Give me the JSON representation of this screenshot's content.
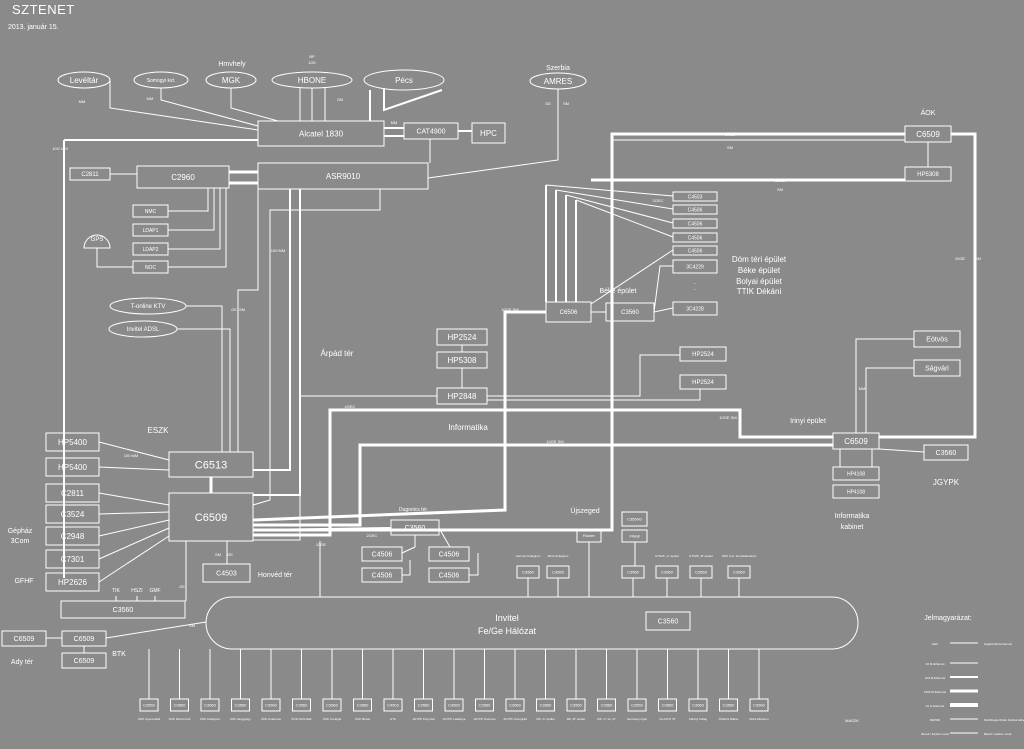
{
  "title": "SZTENET",
  "date": "2013. január 15.",
  "nodes": {
    "levelter": "Levéltár",
    "somogyi": "Somogyi kvt.",
    "mgk": "MGK",
    "hmvhely": "Hmvhely",
    "hbone": "HBONE",
    "bp": "BP",
    "tengig": "10G",
    "pecs": "Pécs",
    "szerbia": "Szerbia",
    "amres": "AMRES",
    "alcatel": "Alcatel 1830",
    "cat4900": "CAT4900",
    "hpc": "HPC",
    "c2811_top": "C2811",
    "c2960": "C2960",
    "asr9010": "ASR9010",
    "nmc": "NMC",
    "ldap1": "LDAP1",
    "ldap2": "LDAP2",
    "noc": "NOC",
    "gps": "GPS",
    "tonline": "T-online KTV",
    "invitel_adsl": "Invitel ADSL",
    "arpad_ter": "Árpád tér",
    "hp2524_a": "HP2524",
    "hp5308_a": "HP5308",
    "hp2848": "HP2848",
    "informatika": "Informatika",
    "aok": "ÁOK",
    "c6509_aok": "C6509",
    "hp5308_aok": "HP5308",
    "c4503": "C4503",
    "c4506_1": "C4506",
    "c4506_2": "C4506",
    "c4506_3": "C4506",
    "c4506_4": "C4506",
    "c6506": "C6506",
    "c3560_beke": "C3560",
    "hp_3c4229": "3C4229",
    "hp_3c4228": "3C4228",
    "beke_epulet": "Béke épület",
    "dom_ter": "Dóm téri épület",
    "beke": "Béke épület",
    "bolyai": "Bolyai épület",
    "ttik": "TTIK Dékáni",
    "eotvos": "Eötvös",
    "sagvari": "Ságvári",
    "hp2524_b": "HP2524",
    "hp2524_c": "HP2524",
    "irinyi": "Irinyi épület",
    "c6509_irinyi": "C6509",
    "c3560_jgypk": "C3560",
    "jgypk": "JGYPK",
    "hp4108_1": "HP4108",
    "hp4108_2": "HP4108",
    "inf_kabinet": "Informatika kabinet",
    "eszk": "ESZK",
    "hp5400_1": "HP5400",
    "hp5400_2": "HP5400",
    "c6513": "C6513",
    "c2811_b": "C2811",
    "c3524": "C3524",
    "c2948": "C2948",
    "c7301": "C7301",
    "hp2626": "HP2626",
    "gephaz": "Gépház 3Com",
    "gfhf": "GFHF",
    "c6509_main": "C6509",
    "c4503_honved": "C4503",
    "honved_ter": "Honvéd tér",
    "dugonics_ter": "Dugonics tér",
    "c3560_dug": "C3560",
    "c4506_d1": "C4506",
    "c4506_d2": "C4506",
    "c4506_d3": "C4506",
    "c4506_d4": "C4506",
    "ujszeged": "Újszeged",
    "tik": "TIK",
    "hszi": "HSZI",
    "gmf": "GMF",
    "c3560_tik": "C3560",
    "c6509_ady": "C6509",
    "c6509_btk1": "C6509",
    "c6509_btk2": "C6509",
    "ady_ter": "Ady tér",
    "btk": "BTK",
    "invitel": "Invitel",
    "fege": "Fe/Ge Hálózat",
    "c3560_inv": "C3560",
    "router": "Router",
    "fwall": "FWall",
    "c3560g": "C3560G",
    "legend_title": "Jelmagyarázat:"
  },
  "link_labels": {
    "mm": "MM",
    "sm": "SM",
    "ge": "GE",
    "tenge": "10GE",
    "tengesm": "10GE SM",
    "mm100": "100 MM",
    "gec4": "4GEC",
    "gec2": "2GEC"
  },
  "bottom_sites": [
    "C3560",
    "C3560",
    "C3560",
    "C3560",
    "C3560",
    "C3560",
    "C3560",
    "C3560",
    "C4503",
    "C3560",
    "C3560",
    "C3560",
    "C3560",
    "C3560",
    "C3560",
    "C3560",
    "C3560",
    "C3560",
    "C3560",
    "C3560",
    "C3560"
  ],
  "bottom_captions": [
    "ÁOK Gyermekklinika",
    "ÁOK Rövid rendelőintézet",
    "ÁOK Kollégium",
    "ÁOK Ideggyógy.",
    "ÁOK Anatómia",
    "ÁOK Pszichiátria",
    "ÁOK Urológia",
    "ÁOK Bérek",
    "GTK",
    "JGYPK Könyvtár",
    "JGYPK Laktanya",
    "JGYPK Testnevelés",
    "JGYPK Csongrádi sgt.",
    "MK „A” épület",
    "MK „B” épület",
    "MK „C” és „D” épület",
    "Gerzsenyi Igazgatóság",
    "Gt-AJTK „B”",
    "Károlyi Kollégium",
    "Öthalmi Diákotthon",
    "Móra Múzeum"
  ],
  "top_sites": {
    "c3560_h": "C3560",
    "c3560_m": "C3560",
    "c3560_t": "C3560",
    "c3560_e1": "C3560",
    "c3560_e2": "C3560",
    "c3560_ak": "C3560",
    "herman": "Herman Kollégium",
    "mora": "Móra Kollégium",
    "etszk_a": "ETSZK „A” épület",
    "etszk_b": "ETSZK „B” épület",
    "aok_rendelo": "ÁOK II.sz. Rendelőintézet",
    "maszk": "MASZK"
  },
  "legend": [
    "GEC",
    "10 M Ethernet",
    "100 M Ethernet",
    "1000 M Ethernet",
    "10 G Ethernet",
    "MM/SM",
    "Bérelt / bérlési vonal"
  ],
  "legend_notes": [
    "Gigabit Etherchannel",
    "MultiSingle Mode Optikai kábel",
    "Bérelt / telefon vonal"
  ]
}
